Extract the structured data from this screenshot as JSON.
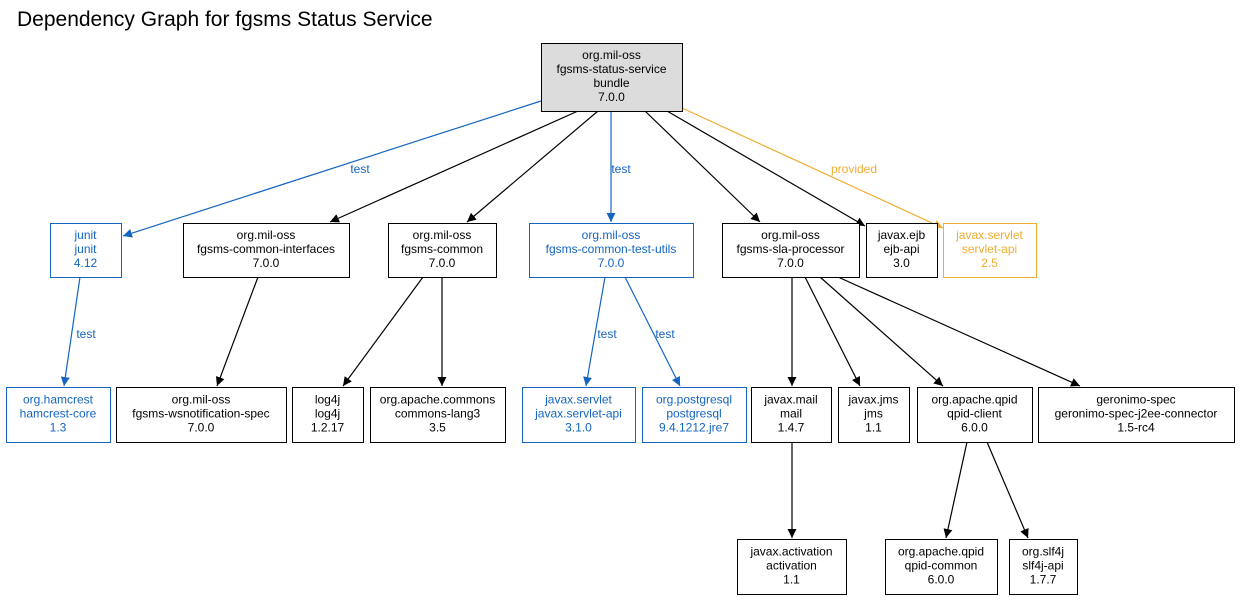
{
  "title": "Dependency Graph for fgsms Status Service",
  "colors": {
    "compile": "#000000",
    "test": "#1565c0",
    "provided": "#f0ad30",
    "root_fill": "#dcdcdc"
  },
  "nodes": [
    {
      "id": "root",
      "scope": "root",
      "lines": [
        "org.mil-oss",
        "fgsms-status-service",
        "bundle",
        "7.0.0"
      ]
    },
    {
      "id": "junit",
      "scope": "test",
      "lines": [
        "junit",
        "junit",
        "4.12"
      ]
    },
    {
      "id": "common-interfaces",
      "scope": "compile",
      "lines": [
        "org.mil-oss",
        "fgsms-common-interfaces",
        "7.0.0"
      ]
    },
    {
      "id": "common",
      "scope": "compile",
      "lines": [
        "org.mil-oss",
        "fgsms-common",
        "7.0.0"
      ]
    },
    {
      "id": "common-test-utils",
      "scope": "test",
      "lines": [
        "org.mil-oss",
        "fgsms-common-test-utils",
        "7.0.0"
      ]
    },
    {
      "id": "sla-processor",
      "scope": "compile",
      "lines": [
        "org.mil-oss",
        "fgsms-sla-processor",
        "7.0.0"
      ]
    },
    {
      "id": "ejb-api",
      "scope": "compile",
      "lines": [
        "javax.ejb",
        "ejb-api",
        "3.0"
      ]
    },
    {
      "id": "servlet-api",
      "scope": "provided",
      "lines": [
        "javax.servlet",
        "servlet-api",
        "2.5"
      ]
    },
    {
      "id": "hamcrest",
      "scope": "test",
      "lines": [
        "org.hamcrest",
        "hamcrest-core",
        "1.3"
      ]
    },
    {
      "id": "wsnotification",
      "scope": "compile",
      "lines": [
        "org.mil-oss",
        "fgsms-wsnotification-spec",
        "7.0.0"
      ]
    },
    {
      "id": "log4j",
      "scope": "compile",
      "lines": [
        "log4j",
        "log4j",
        "1.2.17"
      ]
    },
    {
      "id": "commons-lang3",
      "scope": "compile",
      "lines": [
        "org.apache.commons",
        "commons-lang3",
        "3.5"
      ]
    },
    {
      "id": "javax-servlet-api",
      "scope": "test",
      "lines": [
        "javax.servlet",
        "javax.servlet-api",
        "3.1.0"
      ]
    },
    {
      "id": "postgresql",
      "scope": "test",
      "lines": [
        "org.postgresql",
        "postgresql",
        "9.4.1212.jre7"
      ]
    },
    {
      "id": "mail",
      "scope": "compile",
      "lines": [
        "javax.mail",
        "mail",
        "1.4.7"
      ]
    },
    {
      "id": "jms",
      "scope": "compile",
      "lines": [
        "javax.jms",
        "jms",
        "1.1"
      ]
    },
    {
      "id": "qpid-client",
      "scope": "compile",
      "lines": [
        "org.apache.qpid",
        "qpid-client",
        "6.0.0"
      ]
    },
    {
      "id": "geronimo",
      "scope": "compile",
      "lines": [
        "geronimo-spec",
        "geronimo-spec-j2ee-connector",
        "1.5-rc4"
      ]
    },
    {
      "id": "activation",
      "scope": "compile",
      "lines": [
        "javax.activation",
        "activation",
        "1.1"
      ]
    },
    {
      "id": "qpid-common",
      "scope": "compile",
      "lines": [
        "org.apache.qpid",
        "qpid-common",
        "6.0.0"
      ]
    },
    {
      "id": "slf4j",
      "scope": "compile",
      "lines": [
        "org.slf4j",
        "slf4j-api",
        "1.7.7"
      ]
    }
  ],
  "edges": [
    {
      "from": "root",
      "to": "junit",
      "scope": "test",
      "label": "test"
    },
    {
      "from": "root",
      "to": "common-interfaces",
      "scope": "compile",
      "label": ""
    },
    {
      "from": "root",
      "to": "common",
      "scope": "compile",
      "label": ""
    },
    {
      "from": "root",
      "to": "common-test-utils",
      "scope": "test",
      "label": "test"
    },
    {
      "from": "root",
      "to": "sla-processor",
      "scope": "compile",
      "label": ""
    },
    {
      "from": "root",
      "to": "ejb-api",
      "scope": "compile",
      "label": ""
    },
    {
      "from": "root",
      "to": "servlet-api",
      "scope": "provided",
      "label": "provided"
    },
    {
      "from": "junit",
      "to": "hamcrest",
      "scope": "test",
      "label": "test"
    },
    {
      "from": "common-interfaces",
      "to": "wsnotification",
      "scope": "compile",
      "label": ""
    },
    {
      "from": "common",
      "to": "log4j",
      "scope": "compile",
      "label": ""
    },
    {
      "from": "common",
      "to": "commons-lang3",
      "scope": "compile",
      "label": ""
    },
    {
      "from": "common-test-utils",
      "to": "javax-servlet-api",
      "scope": "test",
      "label": "test"
    },
    {
      "from": "common-test-utils",
      "to": "postgresql",
      "scope": "test",
      "label": "test"
    },
    {
      "from": "sla-processor",
      "to": "mail",
      "scope": "compile",
      "label": ""
    },
    {
      "from": "sla-processor",
      "to": "jms",
      "scope": "compile",
      "label": ""
    },
    {
      "from": "sla-processor",
      "to": "qpid-client",
      "scope": "compile",
      "label": ""
    },
    {
      "from": "sla-processor",
      "to": "geronimo",
      "scope": "compile",
      "label": ""
    },
    {
      "from": "mail",
      "to": "activation",
      "scope": "compile",
      "label": ""
    },
    {
      "from": "qpid-client",
      "to": "qpid-common",
      "scope": "compile",
      "label": ""
    },
    {
      "from": "qpid-client",
      "to": "slf4j",
      "scope": "compile",
      "label": ""
    }
  ]
}
